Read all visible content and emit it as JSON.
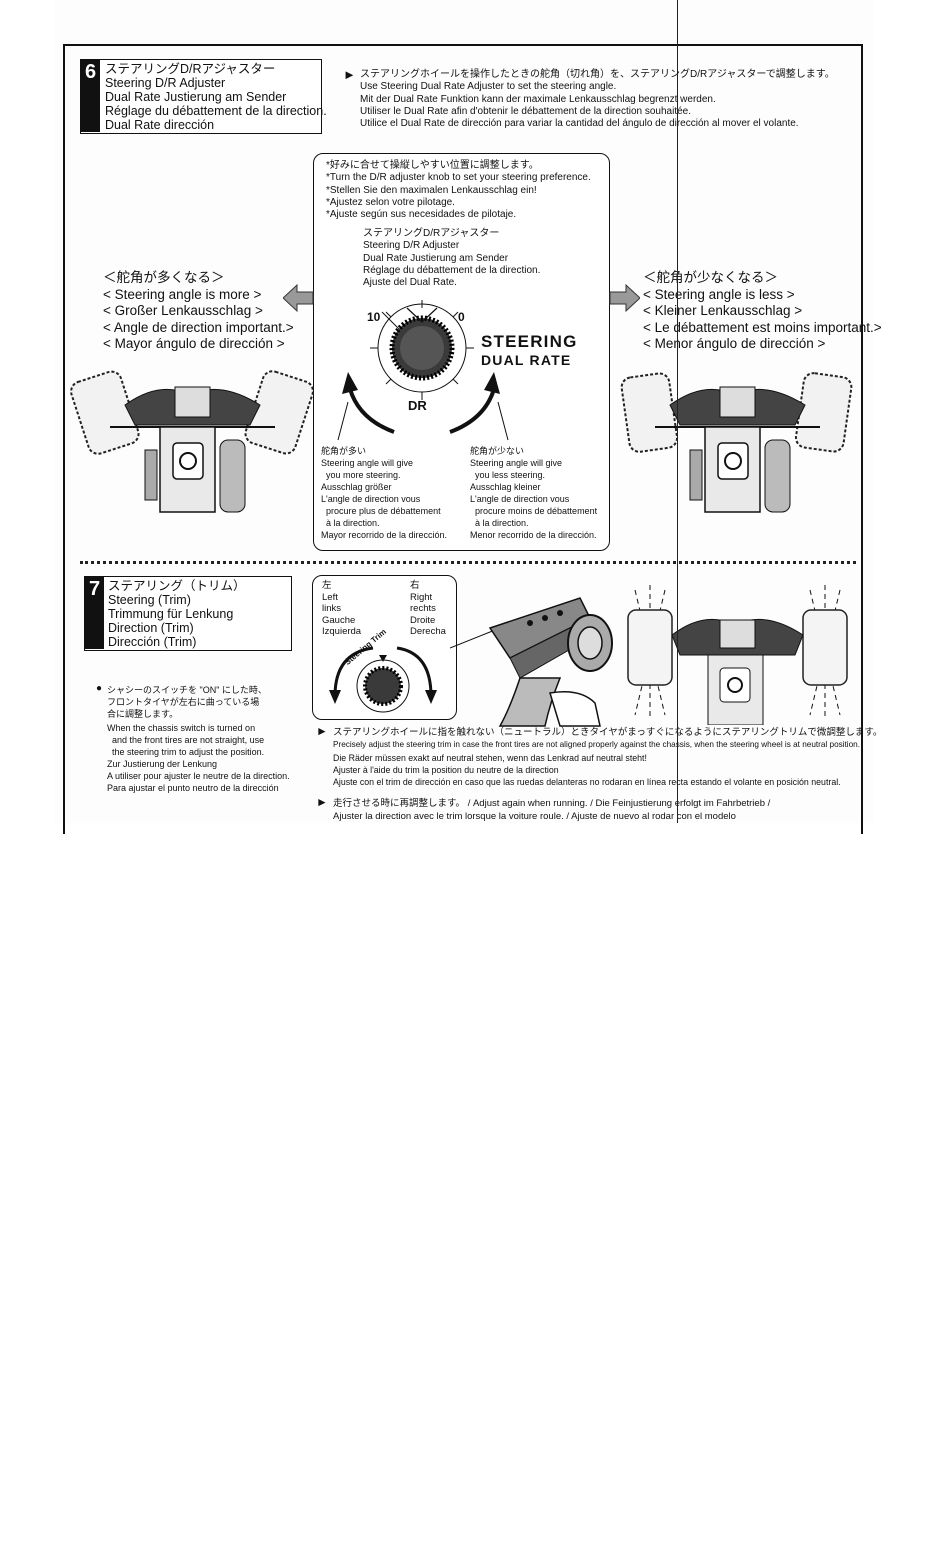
{
  "section6": {
    "number": "6",
    "titles": [
      "ステアリングD/Rアジャスター",
      "Steering D/R Adjuster",
      "Dual Rate Justierung am Sender",
      "Réglage du débattement de la direction.",
      "Dual Rate dirección"
    ],
    "intro_marker": "►",
    "intro": [
      "ステアリングホイールを操作したときの舵角（切れ角）を、ステアリングD/Rアジャスターで調整します。",
      "Use Steering Dual Rate Adjuster to set the steering angle.",
      "Mit der Dual Rate Funktion kann der maximale Lenkausschlag begrenzt werden.",
      "Utiliser le Dual Rate afin d'obtenir le débattement de la direction souhaitée.",
      "Utilice el Dual Rate de dirección para variar la cantidad del ángulo de dirección al mover el volante."
    ],
    "tips": [
      "*好みに合せて操縦しやすい位置に調整します。",
      "*Turn the D/R adjuster knob to set your steering preference.",
      "*Stellen Sie den maximalen Lenkausschlag ein!",
      "*Ajustez selon votre pilotage.",
      "*Ajuste según sus necesidades de pilotaje."
    ],
    "adjuster_label": [
      "ステアリングD/Rアジャスター",
      "Steering D/R Adjuster",
      "Dual Rate Justierung am Sender",
      "Réglage du débattement de la direction.",
      "Ajuste del Dual Rate."
    ],
    "dial": {
      "max": "10",
      "min": "0",
      "label": "DR"
    },
    "logo": [
      "STEERING",
      "DUAL RATE"
    ],
    "left_angle": [
      "＜舵角が多くなる＞",
      "< Steering angle is more >",
      "< Großer Lenkausschlag >",
      "< Angle de direction important.>",
      "< Mayor ángulo de dirección >"
    ],
    "right_angle": [
      "＜舵角が少なくなる＞",
      "< Steering angle is less >",
      "< Kleiner Lenkausschlag >",
      "< Le débattement est moins important.>",
      "< Menor ángulo de dirección >"
    ],
    "more": [
      "舵角が多い",
      "Steering angle will give",
      "  you more steering.",
      "Ausschlag größer",
      "L'angle de direction vous",
      "  procure plus de débattement",
      "  à la direction.",
      "Mayor recorrido de la dirección."
    ],
    "less": [
      "舵角が少ない",
      "Steering angle will give",
      "  you less steering.",
      "Ausschlag kleiner",
      "L'angle de direction vous",
      "  procure moins de débattement",
      "  à la direction.",
      "Menor recorrido de la dirección."
    ]
  },
  "section7": {
    "number": "7",
    "titles": [
      "ステアリング（トリム）",
      "Steering (Trim)",
      "Trimmung für Lenkung",
      "Direction (Trim)",
      "Dirección (Trim)"
    ],
    "left": [
      "左",
      "Left",
      "links",
      "Gauche",
      "Izquierda"
    ],
    "right": [
      "右",
      "Right",
      "rechts",
      "Droite",
      "Derecha"
    ],
    "trim_label": "Steering Trim",
    "bullet_marker": "●",
    "note": [
      "シャシーのスイッチを \"ON\" にした時、",
      "フロントタイヤが左右に曲っている場",
      "合に調整します。",
      "When the chassis switch is turned on",
      "  and the front tires are not straight, use",
      "  the steering trim to adjust the position.",
      "Zur Justierung der Lenkung",
      "A utiliser pour ajuster le neutre de la direction.",
      "Para ajustar el punto neutro de la dirección"
    ],
    "instr1_marker": "►",
    "instr1": [
      "ステアリングホイールに指を触れない（ニュートラル）ときタイヤがまっすぐになるようにステアリングトリムで微調整します。",
      "Precisely adjust the steering trim in case the front tires are not aligned properly against the chassis, when the steering wheel is at neutral position.",
      "Die Räder müssen exakt auf neutral stehen, wenn das Lenkrad auf neutral steht!",
      "Ajuster à l'aide du trim la position du neutre de la direction",
      "Ajuste con el trim de dirección en caso que las ruedas delanteras no rodaran en línea recta estando el volante en posición neutral."
    ],
    "instr2_marker": "►",
    "instr2": [
      "走行させる時に再調整します。 /  Adjust again when running. / Die Feinjustierung erfolgt im Fahrbetrieb /",
      "Ajuster la direction avec le trim lorsque la voiture roule. / Ajuste de nuevo al rodar con el modelo"
    ]
  },
  "colors": {
    "ink": "#111111",
    "paper": "#ffffff",
    "knob": "#3a3a3a"
  }
}
